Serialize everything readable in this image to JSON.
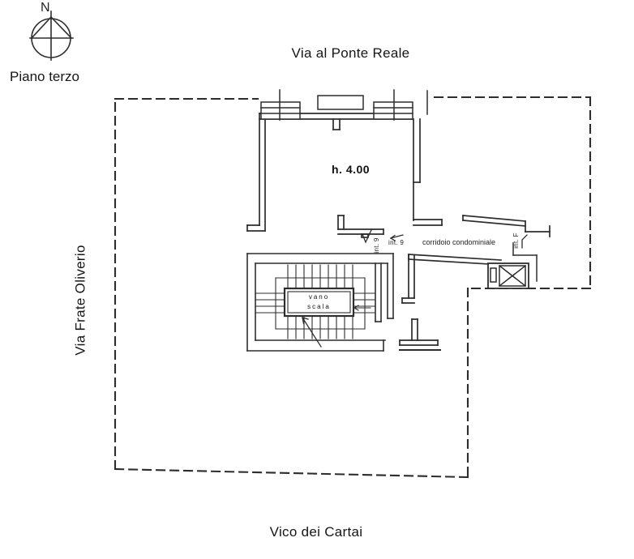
{
  "colors": {
    "paper": "#ffffff",
    "ink": "#2d2d2d"
  },
  "compass": {
    "north_label": "N"
  },
  "floor_label": "Piano terzo",
  "streets": {
    "top": "Via al Ponte Reale",
    "left": "Via Frate Oliverio",
    "bottom": "Vico dei Cartai"
  },
  "plan": {
    "room_height_label": "h. 4.00",
    "stairwell_label_line1": "vano",
    "stairwell_label_line2": "scala",
    "corridor_label": "corridoio condominiale",
    "unit_label_vertical": "int. 9",
    "unit_label_horizontal": "int. 9",
    "elevator_unit_label": "int. F"
  },
  "icons": {
    "compass": "compass-rose-icon",
    "elevator": "elevator-icon",
    "stairs": "staircase-symbol"
  }
}
